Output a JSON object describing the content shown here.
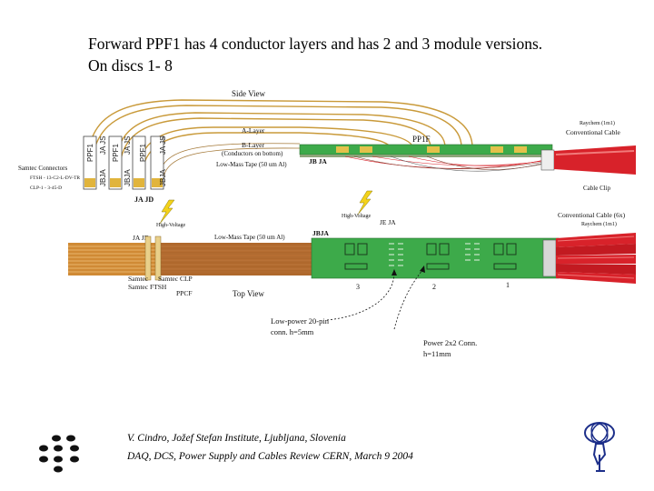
{
  "title": {
    "line1": "Forward PPF1  has 4 conductor layers and has 2 and 3 module versions.",
    "line2": "On discs 1- 8"
  },
  "side_view": {
    "heading": "Side View",
    "a_layer": "A-Layer",
    "b_layer": "B-Layer",
    "b_layer_note": "(Conductors on bottom)",
    "low_mass_tape": "Low-Mass Tape (50 um Al)",
    "ppf_label": "PP1F",
    "raychem": "Raychem (1m1)",
    "conventional_cable": "Conventional Cable",
    "cable_clip": "Cable Clip",
    "samtec_connectors": "Samtec Connectors",
    "samtec_ftsh": "FTSH - 13-C2-L-DV-TR",
    "samtec_clp": "CLP-1 - 3-45-D",
    "jbja_label": "JB JA",
    "ja_jd_label": "JA JD",
    "connector_labels": [
      "PPF1",
      "JBJA",
      "JA JS",
      "PPF1",
      "JBJA",
      "JA JS",
      "PPF1",
      "JBJA",
      "JA JS"
    ]
  },
  "top_view": {
    "heading": "Top View",
    "high_voltage_left": "High-Voltage",
    "high_voltage_right": "High-Voltage",
    "low_mass_tape": "Low-Mass Tape (50 um Al)",
    "jbja": "JBJA",
    "je_ja": "JE JA",
    "ja_jd": "JA JD",
    "conventional_cable": "Conventional Cable (6x)",
    "raychem": "Raychem (1m1)",
    "samtec_ftsh": "Samtec FTSH",
    "samtec_clp": "Samtec CLP",
    "ppcf": "PPCF",
    "module_numbers": [
      "3",
      "2",
      "1"
    ],
    "low_power_conn": "Low-power 20-pin",
    "low_power_conn_2": "conn. h=5mm",
    "power_conn": "Power 2x2 Conn.",
    "power_conn_2": "h=11mm"
  },
  "footer": {
    "line1": "V. Cindro,   Jožef Stefan Institute, Ljubljana, Slovenia",
    "line2": "DAQ, DCS, Power Supply and Cables Review CERN,  March 9 2004"
  },
  "colors": {
    "board_green": "#3daa4a",
    "tape_orange": "#d08a35",
    "cable_red": "#d8222a",
    "gold_wire": "#c99a3a"
  }
}
